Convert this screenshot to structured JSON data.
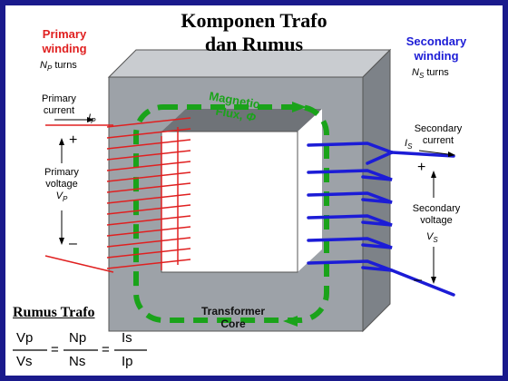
{
  "title": {
    "line1": "Komponen Trafo",
    "line2": "dan Rumus"
  },
  "primary": {
    "winding_line1": "Primary",
    "winding_line2": "winding",
    "turns": "N",
    "turns_sub": "P",
    "turns_suffix": " turns",
    "current_line1": "Primary",
    "current_line2": "current",
    "current_symbol": "I",
    "current_sub": "P",
    "voltage_line1": "Primary",
    "voltage_line2": "voltage",
    "voltage_symbol": "V",
    "voltage_sub": "P",
    "plus": "+",
    "minus": "–"
  },
  "secondary": {
    "winding_line1": "Secondary",
    "winding_line2": "winding",
    "turns": "N",
    "turns_sub": "S",
    "turns_suffix": " turns",
    "current_line1": "Secondary",
    "current_line2": "current",
    "current_symbol": "I",
    "current_sub": "S",
    "voltage_line1": "Secondary",
    "voltage_line2": "voltage",
    "voltage_symbol": "V",
    "voltage_sub": "S",
    "plus": "+",
    "minus": "–"
  },
  "flux": {
    "line1": "Magnetic",
    "line2": "Flux,",
    "symbol": "Φ"
  },
  "core": {
    "line1": "Transformer",
    "line2": "Core"
  },
  "formula": {
    "heading": "Rumus Trafo",
    "f1_num": "Vp",
    "f1_den": "Vs",
    "eq1": "=",
    "f2_num": "Np",
    "f2_den": "Ns",
    "eq2": "=",
    "f3_num": "Is",
    "f3_den": "Ip"
  },
  "colors": {
    "border": "#1a1a8c",
    "primary_red": "#e02020",
    "secondary_blue": "#1c1cd6",
    "flux_green": "#1aa31a",
    "core_gray": "#9da2a8"
  }
}
